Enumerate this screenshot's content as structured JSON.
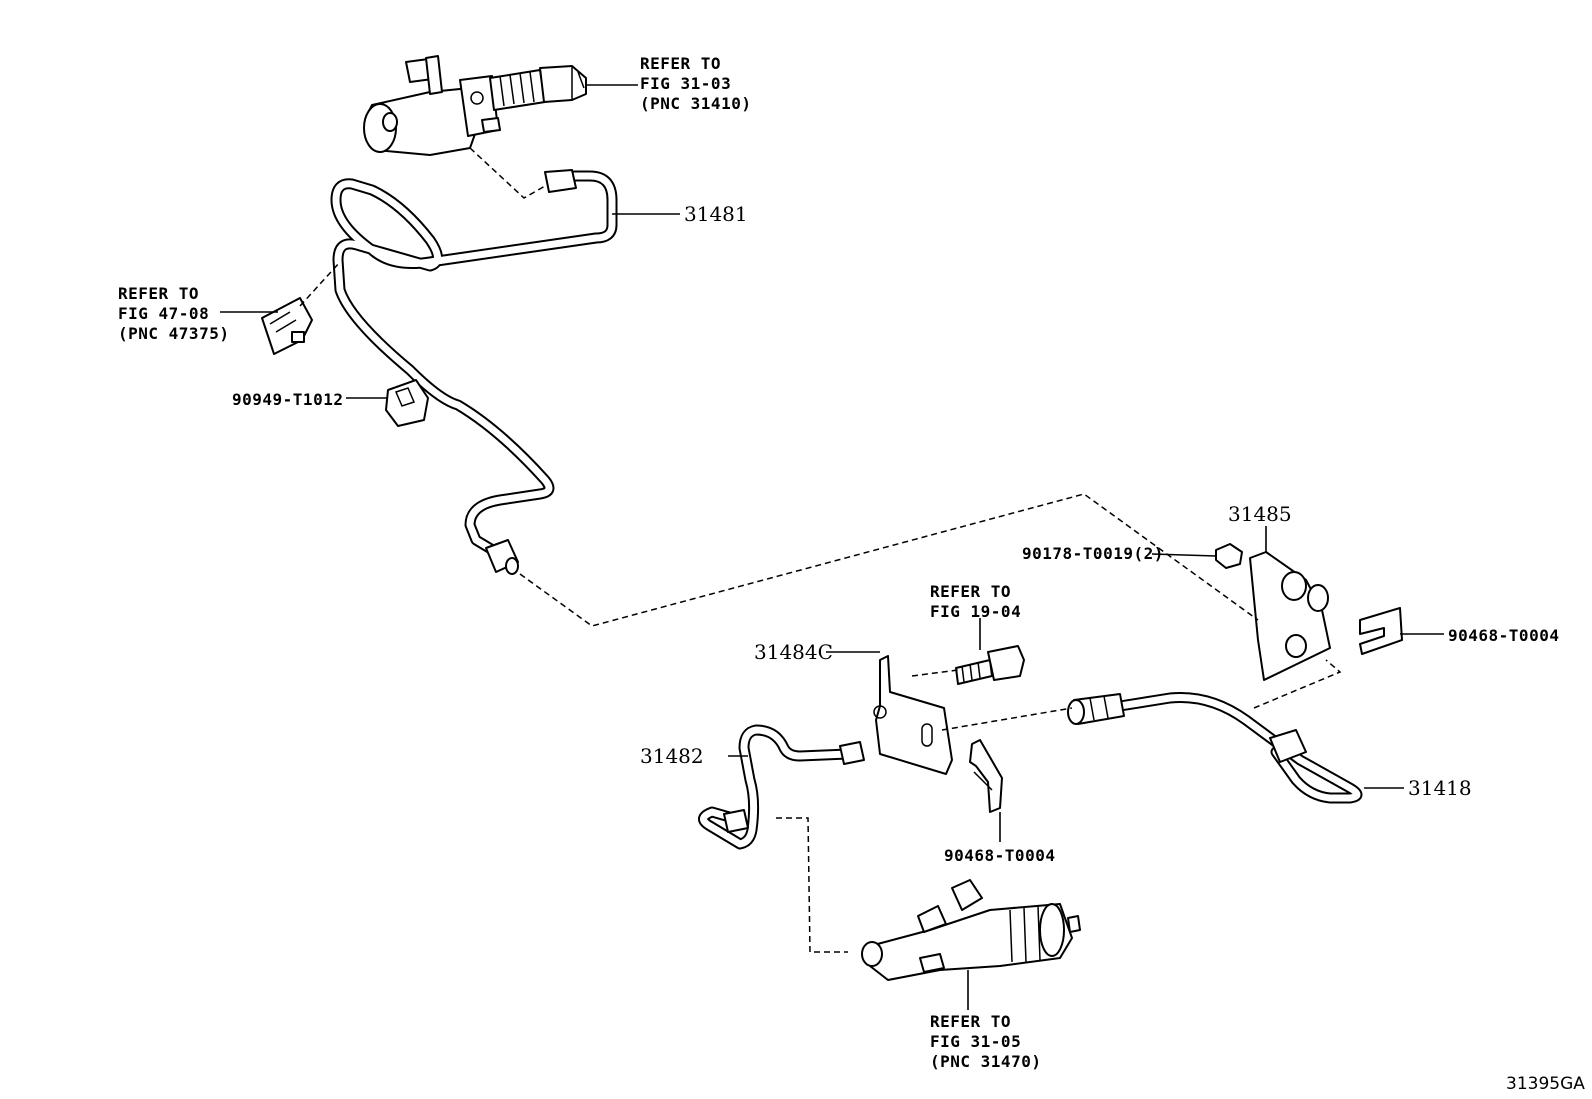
{
  "figure_id": "31395GA",
  "callouts": {
    "master_cylinder_ref": {
      "line1": "REFER TO",
      "line2": "FIG 31-03",
      "line3": "(PNC 31410)"
    },
    "clamp_ref": {
      "line1": "REFER TO",
      "line2": "FIG 47-08",
      "line3": "(PNC 47375)"
    },
    "bolt_ref": {
      "line1": "REFER TO",
      "line2": "FIG 19-04"
    },
    "release_cylinder_ref": {
      "line1": "REFER TO",
      "line2": "FIG 31-05",
      "line3": "(PNC 31470)"
    }
  },
  "part_numbers": {
    "tube_upper": "31481",
    "clamp": "90949-T1012",
    "bracket_right": "31485",
    "nut": "90178-T0019(2)",
    "clip_right": "90468-T0004",
    "bracket_left": "31484C",
    "tube_lower": "31482",
    "flex_hose": "31418",
    "clip_lower": "90468-T0004"
  }
}
